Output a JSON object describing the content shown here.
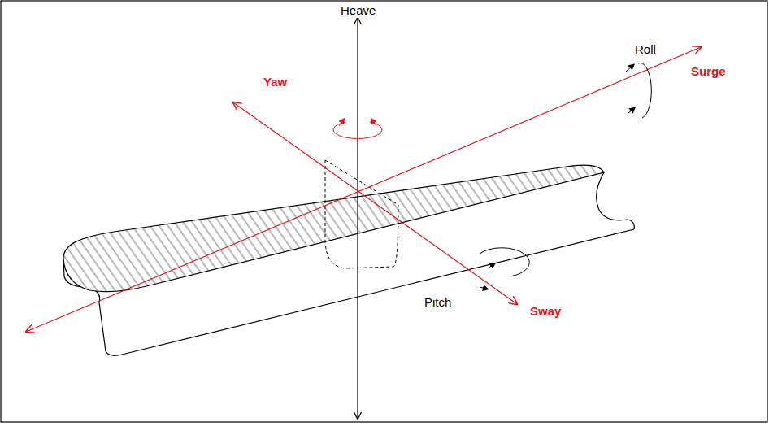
{
  "diagram": {
    "labels": [
      "Heave",
      "Yaw",
      "Roll",
      "Surge",
      "Pitch",
      "Sway"
    ]
  }
}
